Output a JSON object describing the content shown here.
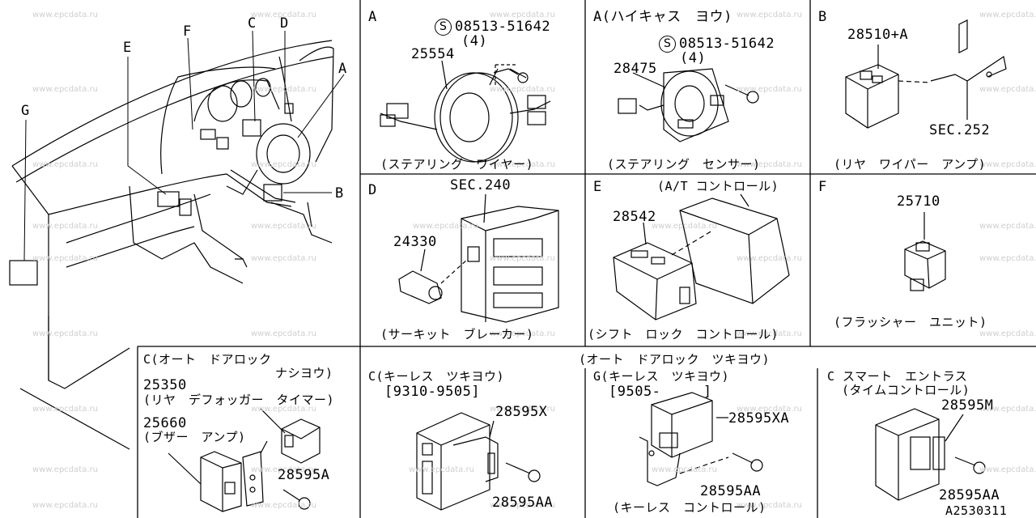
{
  "watermark": "www.epcdata.ru",
  "overview": {
    "callouts": [
      "A",
      "B",
      "C",
      "D",
      "E",
      "F",
      "G"
    ]
  },
  "panels": {
    "A": {
      "letter": "A",
      "screw_symbol": "S",
      "screw": "08513-51642",
      "qty": "(4)",
      "part": "25554",
      "caption": "(ステアリング　ワイヤー)"
    },
    "A2": {
      "letter": "A(ハイキャス　ヨウ)",
      "screw_symbol": "S",
      "screw": "08513-51642",
      "qty": "(4)",
      "part": "28475",
      "caption": "(ステアリング　センサー)"
    },
    "B": {
      "letter": "B",
      "part": "28510+A",
      "sec": "SEC.252",
      "caption": "(リヤ　ワイパー　アンプ)"
    },
    "D": {
      "letter": "D",
      "sec": "SEC.240",
      "part": "24330",
      "caption": "(サーキット　ブレーカー)"
    },
    "E": {
      "letter": "E",
      "title": "(A/T コントロール)",
      "part": "28542",
      "caption": "(シフト　ロック　コントロール)"
    },
    "F": {
      "letter": "F",
      "part": "25710",
      "caption": "(フラッシャー　ユニット)"
    },
    "C1": {
      "title_1": "C(オート　ドアロック",
      "title_2": "ナシヨウ)",
      "part_1": "25350",
      "part_1_desc": "(リヤ　デフォッガー　タイマー)",
      "part_2": "25660",
      "part_2_desc": "(ブザー　アンプ)",
      "part_3": "28595A"
    },
    "C2": {
      "title": "C(キーレス　ツキヨウ)",
      "range": "[9310-9505]",
      "part_1": "28595X",
      "part_2": "28595AA"
    },
    "G": {
      "header": "(オート　ドアロック　ツキヨウ)",
      "title": "G(キーレス　ツキヨウ)",
      "range": "[9505-　　　]",
      "part_1": "28595XA",
      "part_2": "28595AA",
      "caption": "(キーレス　コントロール)"
    },
    "C3": {
      "title_1": "C スマート　エントラス",
      "title_2": "(タイムコントロール)",
      "part_1": "28595M",
      "part_2": "28595AA"
    }
  },
  "diagram_id": "A2530311"
}
